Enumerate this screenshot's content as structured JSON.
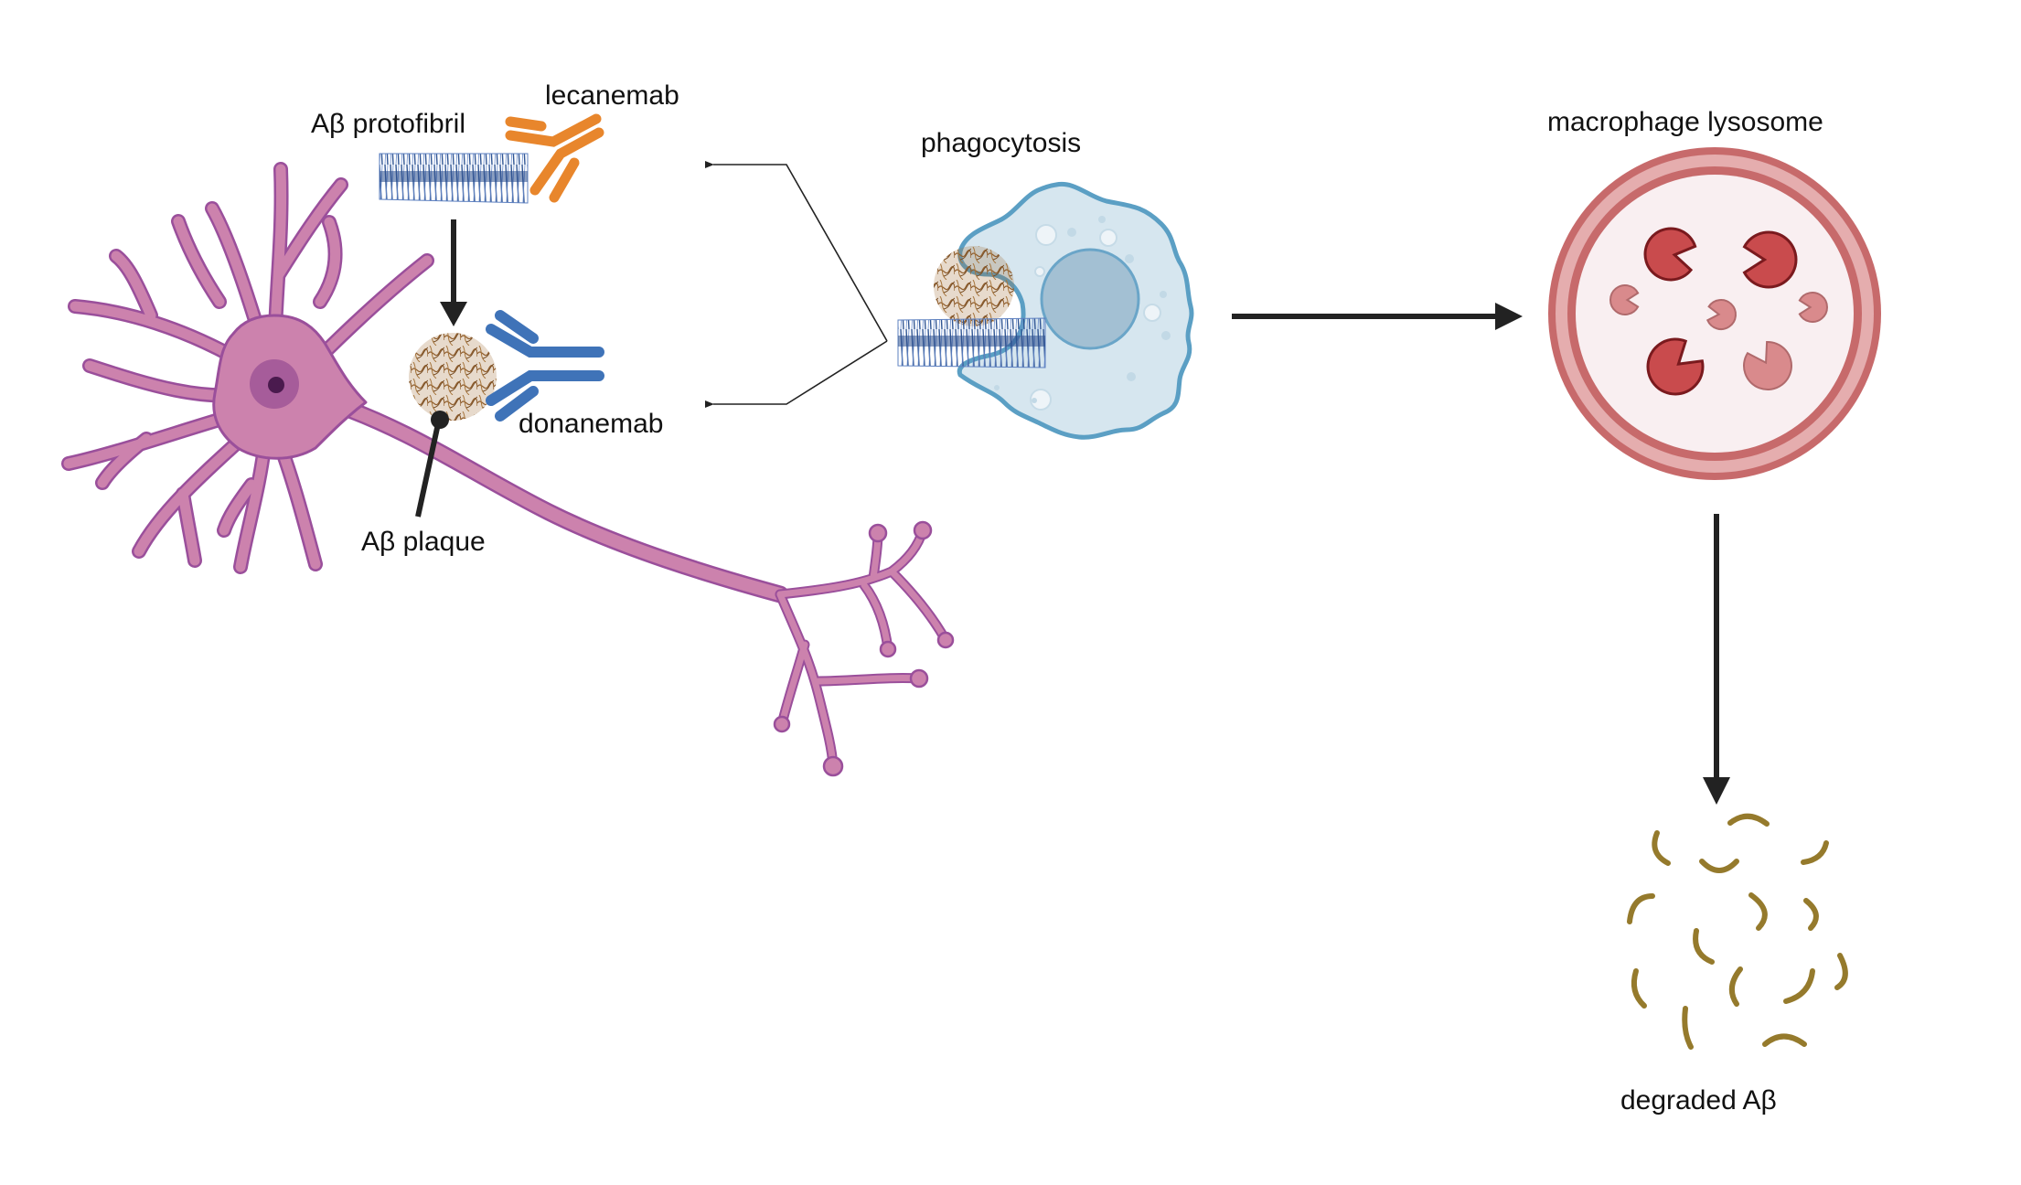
{
  "figure": {
    "title": "Anti-amyloid antibody mechanism: lecanemab and donanemab promote phagocytic clearance of Aβ",
    "labels": {
      "protofibril": "Aβ protofibril",
      "lecanemab": "lecanemab",
      "donanemab": "donanemab",
      "plaque": "Aβ plaque",
      "phagocytosis": "phagocytosis",
      "lysosome": "macrophage lysosome",
      "degraded": "degraded Aβ"
    },
    "colors": {
      "neuron_fill": "#cc82ad",
      "neuron_outline": "#9a4f9b",
      "nucleus": "#a65c9a",
      "nucleolus": "#4a1a4e",
      "lecanemab": "#e8862c",
      "donanemab": "#3f73b8",
      "protofibril": "#34599a",
      "plaque": "#8b5a2b",
      "macrophage_fill": "#d6e6ef",
      "macrophage_outline": "#5b9fc4",
      "macrophage_nucleus": "#a3c0d3",
      "lysosome_ring_dark": "#c76a6b",
      "lysosome_ring_light": "#e5adae",
      "lysosome_lumen": "#f9eff1",
      "enzyme_active": "#c94b4d",
      "enzyme_active_outline": "#7a1a1e",
      "enzyme_inactive": "#d98a8c",
      "enzyme_inactive_outline": "#b06a6c",
      "fragment": "#957a2c",
      "arrow": "#222222"
    },
    "flow": [
      {
        "from": "Aβ protofibril",
        "to": "Aβ plaque",
        "type": "arrow"
      },
      {
        "from": "phagocytosis",
        "to": [
          "lecanemab",
          "donanemab"
        ],
        "type": "bracket-arrows"
      },
      {
        "from": "phagocytosis",
        "to": "macrophage lysosome",
        "type": "arrow"
      },
      {
        "from": "macrophage lysosome",
        "to": "degraded Aβ",
        "type": "arrow"
      }
    ],
    "lysosome_enzymes": {
      "active_count": 3,
      "inactive_count": 4
    },
    "degraded_fragment_count": 14
  }
}
